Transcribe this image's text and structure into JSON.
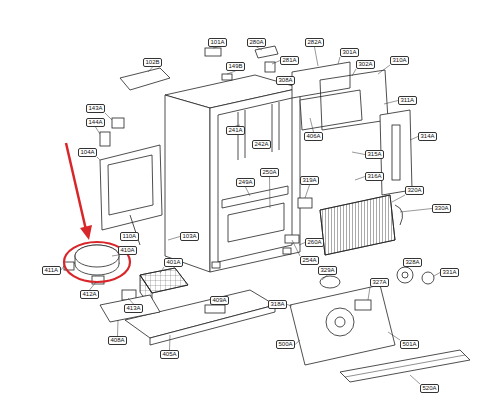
{
  "diagram": {
    "nodes": [
      {
        "text": [
          "101A"
        ]
      },
      {
        "text": [
          "102B"
        ]
      },
      {
        "text": [
          "149B"
        ]
      },
      {
        "text": [
          "280A"
        ]
      },
      {
        "text": [
          "281A"
        ]
      },
      {
        "text": [
          "282A"
        ]
      },
      {
        "text": [
          "301A"
        ]
      },
      {
        "text": [
          "302A"
        ]
      },
      {
        "text": [
          "308A"
        ]
      },
      {
        "text": [
          "310A"
        ]
      },
      {
        "text": [
          "311A"
        ]
      },
      {
        "text": [
          "314A"
        ]
      },
      {
        "text": [
          "241A"
        ]
      },
      {
        "text": [
          "242A"
        ]
      },
      {
        "text": [
          "143A"
        ]
      },
      {
        "text": [
          "144A"
        ]
      },
      {
        "text": [
          "104A"
        ]
      },
      {
        "text": [
          "406A"
        ]
      },
      {
        "text": [
          "315A"
        ]
      },
      {
        "text": [
          "316A"
        ]
      },
      {
        "text": [
          "319A"
        ]
      },
      {
        "text": [
          "320A"
        ]
      },
      {
        "text": [
          "330A"
        ]
      },
      {
        "text": [
          "249A"
        ]
      },
      {
        "text": [
          "250A"
        ]
      },
      {
        "text": [
          "103A"
        ]
      },
      {
        "text": [
          "110A"
        ]
      },
      {
        "text": [
          "410A"
        ]
      },
      {
        "text": [
          "411A"
        ]
      },
      {
        "text": [
          "412A"
        ]
      },
      {
        "text": [
          "413A"
        ]
      },
      {
        "text": [
          "401A"
        ]
      },
      {
        "text": [
          "405A"
        ]
      },
      {
        "text": [
          "409A"
        ]
      },
      {
        "text": [
          "408A"
        ]
      },
      {
        "text": [
          "254A"
        ]
      },
      {
        "text": [
          "318A"
        ]
      },
      {
        "text": [
          "329A"
        ]
      },
      {
        "text": [
          "327A"
        ]
      },
      {
        "text": [
          "328A"
        ]
      },
      {
        "text": [
          "331A"
        ]
      },
      {
        "text": [
          "500A"
        ]
      },
      {
        "text": [
          "501A"
        ]
      },
      {
        "text": [
          "520A"
        ]
      },
      {
        "text": [
          "260A"
        ]
      }
    ]
  }
}
